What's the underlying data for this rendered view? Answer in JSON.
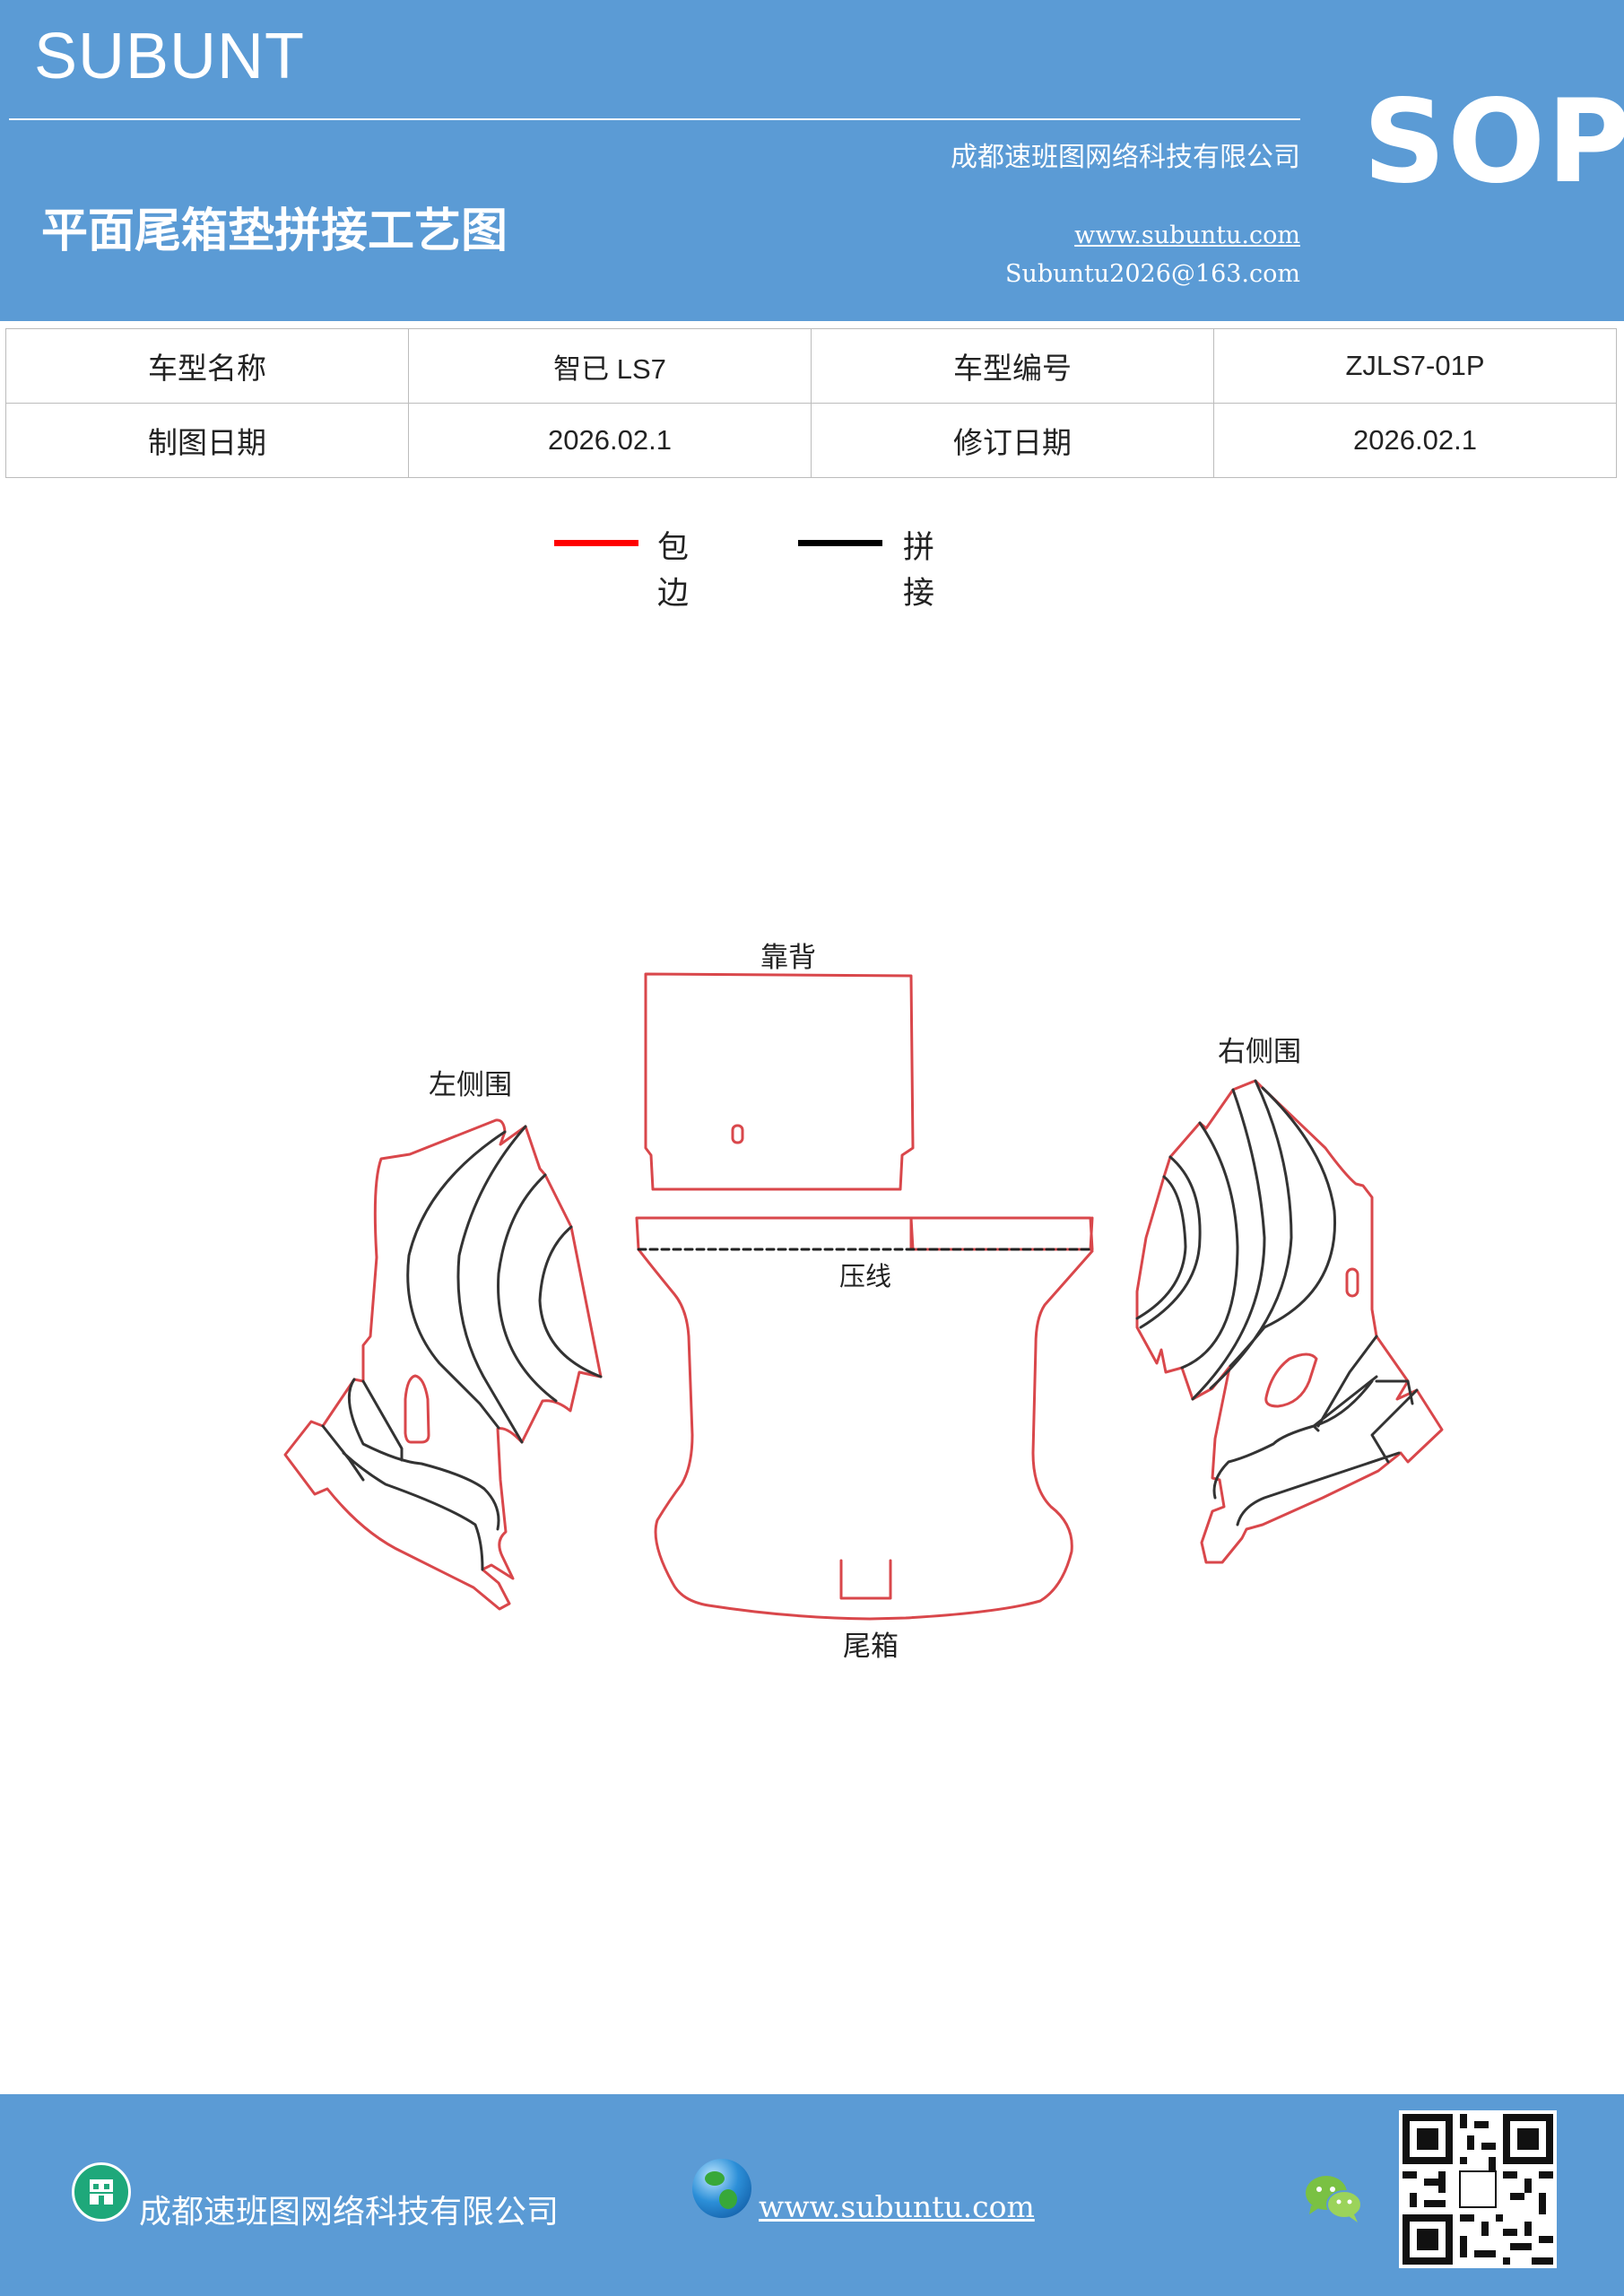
{
  "header": {
    "brand": "SUBUNT",
    "company": "成都速班图网络科技有限公司",
    "title": "平面尾箱垫拼接工艺图",
    "website": "www.subuntu.com",
    "email": "Subuntu2026@163.com",
    "sop": "SOP"
  },
  "info_table": {
    "rows": [
      [
        "车型名称",
        "智已 LS7",
        "车型编号",
        "ZJLS7-01P"
      ],
      [
        "制图日期",
        "2026.02.1",
        "修订日期",
        "2026.02.1"
      ]
    ]
  },
  "legend": {
    "items": [
      {
        "label": "包边",
        "color": "#ff0000"
      },
      {
        "label": "拼接",
        "color": "#000000"
      }
    ]
  },
  "drawing": {
    "labels": {
      "backrest": "靠背",
      "left_side": "左侧围",
      "right_side": "右侧围",
      "crease": "压线",
      "trunk": "尾箱"
    },
    "colors": {
      "edge": "#d9474b",
      "seam": "#333333"
    }
  },
  "footer": {
    "company": "成都速班图网络科技有限公司",
    "website": "www.subuntu.com",
    "icons": [
      "building-icon",
      "globe-icon",
      "wechat-icon",
      "qr-code"
    ]
  }
}
